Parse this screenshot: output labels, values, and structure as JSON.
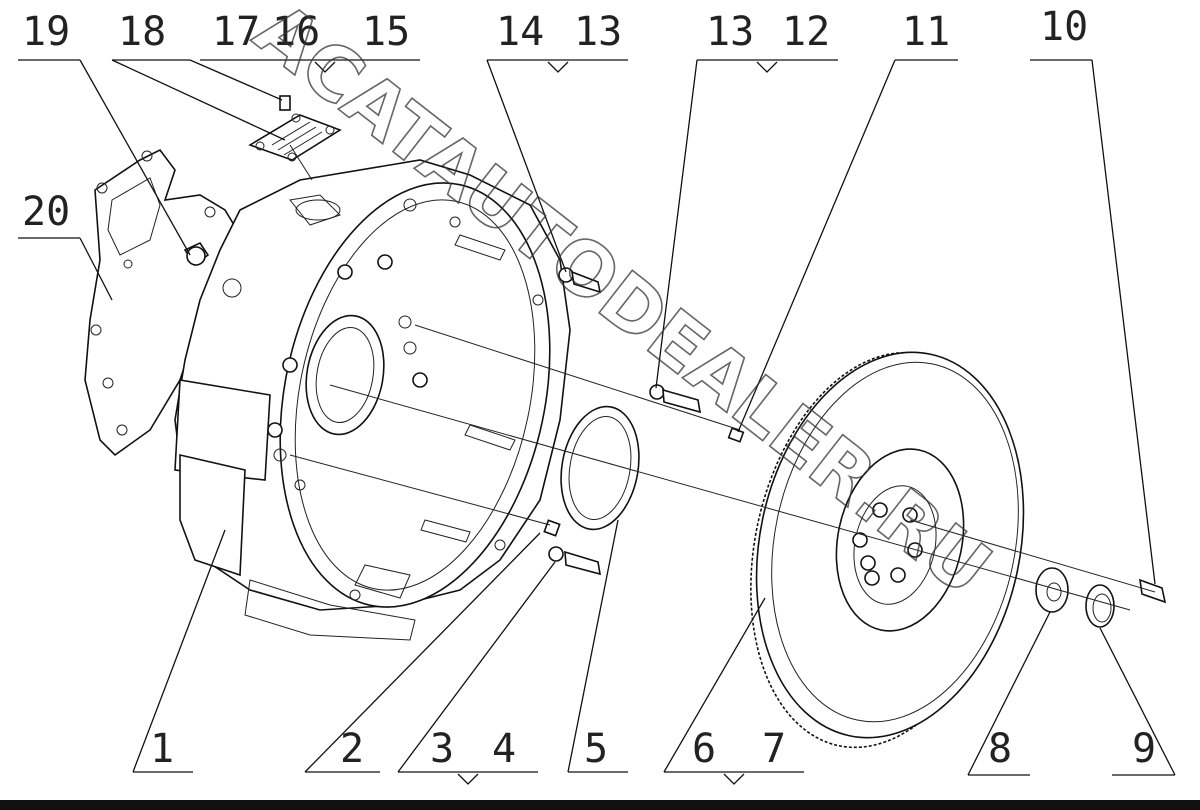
{
  "watermark": "ACATAUTODEALER.RU",
  "callouts": [
    {
      "id": "c19",
      "label": "19"
    },
    {
      "id": "c18",
      "label": "18"
    },
    {
      "id": "c17",
      "label": "17"
    },
    {
      "id": "c16",
      "label": "16"
    },
    {
      "id": "c15",
      "label": "15"
    },
    {
      "id": "c14",
      "label": "14"
    },
    {
      "id": "c13a",
      "label": "13"
    },
    {
      "id": "c13b",
      "label": "13"
    },
    {
      "id": "c12",
      "label": "12"
    },
    {
      "id": "c11",
      "label": "11"
    },
    {
      "id": "c10",
      "label": "10"
    },
    {
      "id": "c20",
      "label": "20"
    },
    {
      "id": "c1",
      "label": "1"
    },
    {
      "id": "c2",
      "label": "2"
    },
    {
      "id": "c3",
      "label": "3"
    },
    {
      "id": "c4",
      "label": "4"
    },
    {
      "id": "c5",
      "label": "5"
    },
    {
      "id": "c6",
      "label": "6"
    },
    {
      "id": "c7",
      "label": "7"
    },
    {
      "id": "c8",
      "label": "8"
    },
    {
      "id": "c9",
      "label": "9"
    }
  ]
}
